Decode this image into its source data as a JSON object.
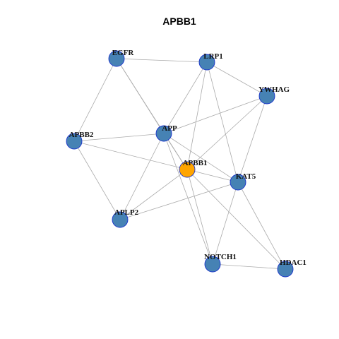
{
  "title": "APBB1",
  "colors": {
    "node_fill": "#4682b4",
    "node_stroke": "#1a33cc",
    "focus_fill": "#ffa500",
    "edge": "#aaaaaa"
  },
  "focus_node": "APBB1",
  "nodes": [
    {
      "id": "EGFR",
      "label": "EGFR"
    },
    {
      "id": "LRP1",
      "label": "LRP1"
    },
    {
      "id": "YWHAG",
      "label": "YWHAG"
    },
    {
      "id": "APBB2",
      "label": "APBB2"
    },
    {
      "id": "APP",
      "label": "APP"
    },
    {
      "id": "APBB1",
      "label": "APBB1"
    },
    {
      "id": "KAT5",
      "label": "KAT5"
    },
    {
      "id": "APLP2",
      "label": "APLP2"
    },
    {
      "id": "NOTCH1",
      "label": "NOTCH1"
    },
    {
      "id": "HDAC1",
      "label": "HDAC1"
    }
  ],
  "edges": [
    [
      "EGFR",
      "LRP1"
    ],
    [
      "EGFR",
      "APBB2"
    ],
    [
      "EGFR",
      "APP"
    ],
    [
      "EGFR",
      "APBB1"
    ],
    [
      "LRP1",
      "YWHAG"
    ],
    [
      "LRP1",
      "APP"
    ],
    [
      "LRP1",
      "APBB1"
    ],
    [
      "LRP1",
      "KAT5"
    ],
    [
      "YWHAG",
      "APP"
    ],
    [
      "YWHAG",
      "APBB1"
    ],
    [
      "YWHAG",
      "KAT5"
    ],
    [
      "APBB2",
      "APP"
    ],
    [
      "APBB2",
      "APBB1"
    ],
    [
      "APBB2",
      "APLP2"
    ],
    [
      "APP",
      "APBB1"
    ],
    [
      "APP",
      "APLP2"
    ],
    [
      "APP",
      "NOTCH1"
    ],
    [
      "APP",
      "KAT5"
    ],
    [
      "APBB1",
      "KAT5"
    ],
    [
      "APBB1",
      "APLP2"
    ],
    [
      "APBB1",
      "NOTCH1"
    ],
    [
      "APBB1",
      "HDAC1"
    ],
    [
      "KAT5",
      "APLP2"
    ],
    [
      "KAT5",
      "NOTCH1"
    ],
    [
      "KAT5",
      "HDAC1"
    ],
    [
      "NOTCH1",
      "HDAC1"
    ]
  ]
}
